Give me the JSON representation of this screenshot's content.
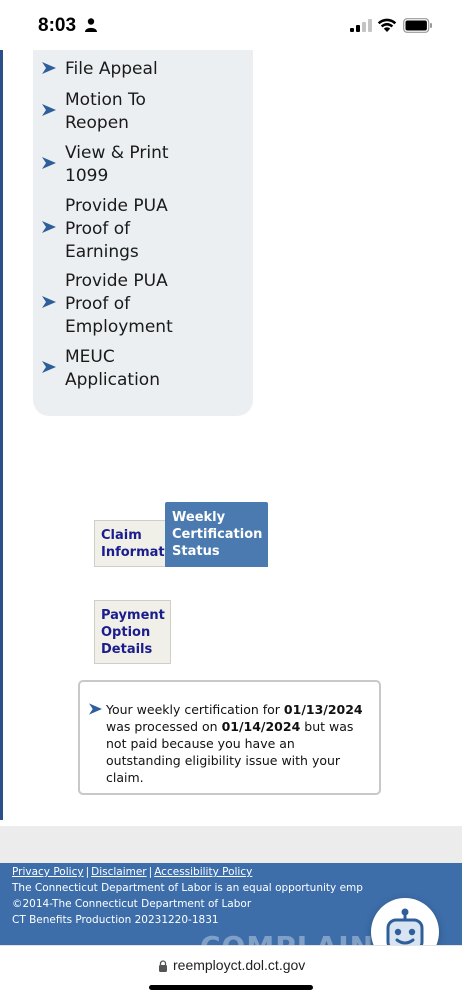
{
  "status_bar": {
    "time": "8:03"
  },
  "menu": {
    "items": [
      {
        "lines": [
          "File Appeal"
        ]
      },
      {
        "lines": [
          "Motion To",
          "Reopen"
        ]
      },
      {
        "lines": [
          "View & Print",
          "1099"
        ]
      },
      {
        "lines": [
          "Provide PUA",
          "Proof of",
          "Earnings"
        ]
      },
      {
        "lines": [
          "Provide PUA",
          "Proof of",
          "Employment"
        ]
      },
      {
        "lines": [
          "MEUC",
          "Application"
        ]
      }
    ]
  },
  "tabs": {
    "claim": {
      "line1": "Claim",
      "line2": "Informat"
    },
    "weekly": {
      "line1": "Weekly",
      "line2": "Certification",
      "line3": "Status"
    },
    "payment": {
      "line1": "Payment",
      "line2": "Option",
      "line3": "Details"
    }
  },
  "notice": {
    "part1": "Your weekly certification for",
    "date1": "01/13/2024",
    "part2": " was processed on",
    "date2": "01/14/2024",
    "part3": " but was not paid because you have an outstanding eligibility issue with your claim."
  },
  "footer": {
    "links": [
      "Privacy Policy",
      "Disclaimer",
      "Accessibility Policy"
    ],
    "separator": "|",
    "equal_opportunity": "The Connecticut Department of Labor is an equal opportunity emp",
    "copyright": "©2014-The Connecticut Department of Labor",
    "build": "CT Benefits Production 20231220-1831"
  },
  "watermark": "COMPLAINTS",
  "browser": {
    "url": "reemployct.dol.ct.gov"
  },
  "colors": {
    "accent_blue": "#4a7ab0",
    "footer_blue": "#3d6eaa",
    "link_navy": "#1b1d8c",
    "arrow_blue": "#2e5f9a"
  }
}
